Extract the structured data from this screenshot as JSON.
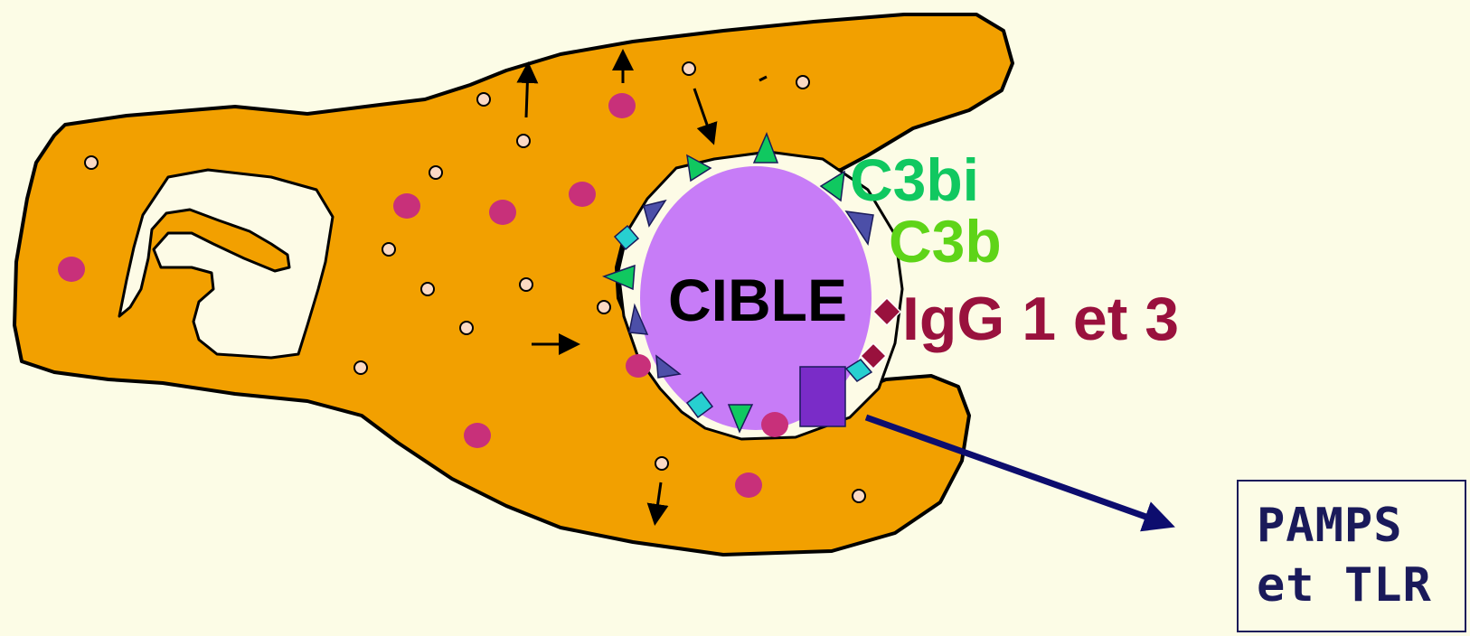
{
  "labels": {
    "target": "CIBLE",
    "c3bi": "C3bi",
    "c3b": "C3b",
    "igg": "IgG 1 et 3",
    "pamps_line1": "PAMPS",
    "pamps_line2": "et TLR"
  },
  "colors": {
    "background": "#fcfce6",
    "cell_body": "#f2a000",
    "vacuole": "#fdfbe6",
    "target": "#c77cf7",
    "granule": "#c8307a",
    "vesicle": "#fbd9c4",
    "c3bi": "#10c860",
    "c3b": "#5ed418",
    "igg": "#99113d",
    "complement_triangle": "#4c4fa8",
    "receptor_square": "#27d0d0",
    "pamp_rect": "#7a2cc8",
    "arrow": "#0d0d6e"
  }
}
